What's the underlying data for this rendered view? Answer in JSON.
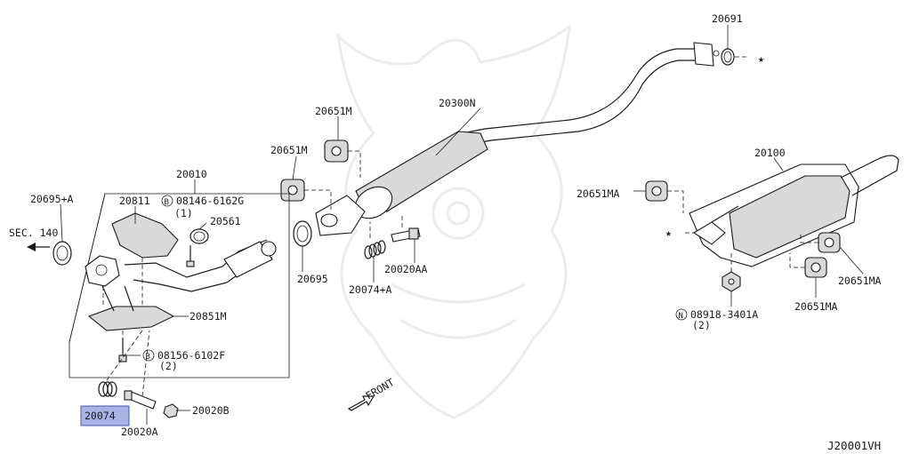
{
  "diagram": {
    "code": "J20001VH",
    "section_ref": "SEC. 140",
    "front_label": "FRONT",
    "star": "★",
    "labels": {
      "p20691": "20691",
      "p20300N": "20300N",
      "p20651M_a": "20651M",
      "p20651M_b": "20651M",
      "p20010": "20010",
      "p20695A": "20695+A",
      "p20811": "20811",
      "b08146": "08146-6162G",
      "b08146_qty": "(1)",
      "p20561": "20561",
      "p20851M": "20851M",
      "b08156": "08156-6102F",
      "b08156_qty": "(2)",
      "p20074": "20074",
      "p20020A": "20020A",
      "p20020B": "20020B",
      "p20695": "20695",
      "p20074A": "20074+A",
      "p20020AA": "20020AA",
      "p20100": "20100",
      "p20651MA_a": "20651MA",
      "p20651MA_b": "20651MA",
      "p20651MA_c": "20651MA",
      "n08918": "08918-3401A",
      "n08918_qty": "(2)",
      "circle_b": "B",
      "circle_n": "N"
    },
    "highlighted_part": "20074",
    "highlight_color": "#a9b4e6"
  }
}
